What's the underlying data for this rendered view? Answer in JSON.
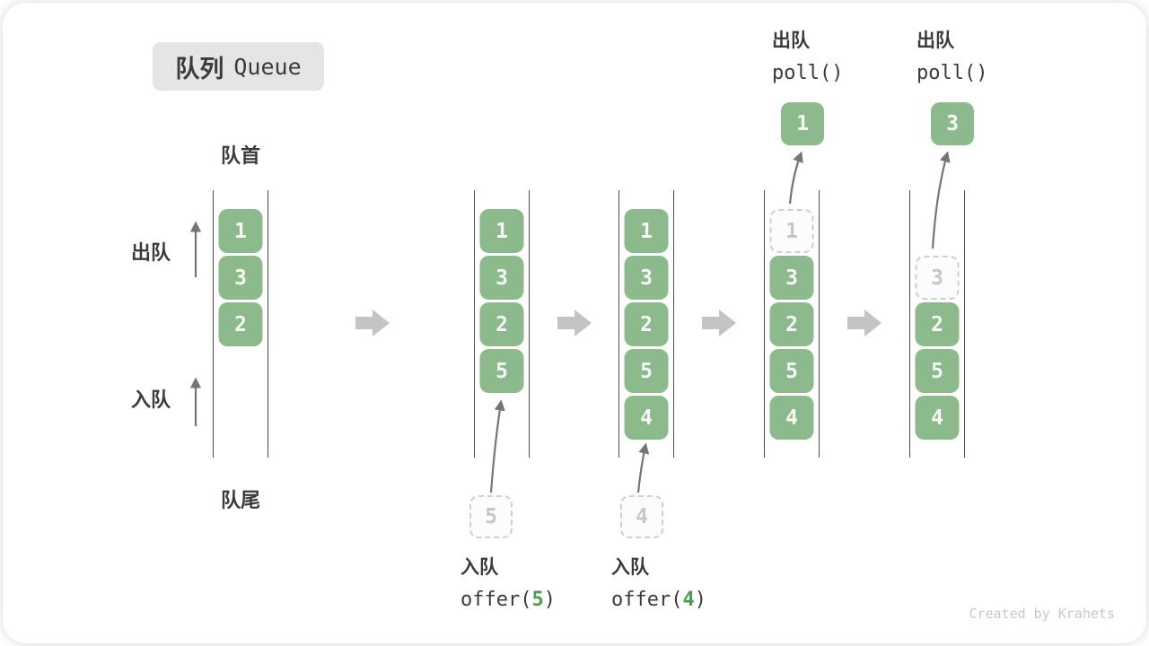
{
  "title": {
    "zh": "队列",
    "en": "Queue"
  },
  "labels": {
    "front": "队首",
    "rear": "队尾",
    "dequeue": "出队",
    "enqueue": "入队"
  },
  "states": [
    {
      "items": [
        "1",
        "3",
        "2"
      ]
    },
    {
      "items": [
        "1",
        "3",
        "2",
        "5"
      ],
      "pending": "5",
      "op_label": "入队",
      "op_pre": "offer(",
      "op_arg": "5",
      "op_post": ")"
    },
    {
      "items": [
        "1",
        "3",
        "2",
        "5",
        "4"
      ],
      "pending": "4",
      "op_label": "入队",
      "op_pre": "offer(",
      "op_arg": "4",
      "op_post": ")"
    },
    {
      "items": [
        "3",
        "2",
        "5",
        "4"
      ],
      "removed": "1",
      "out": "1",
      "op_label": "出队",
      "op_code": "poll()"
    },
    {
      "items": [
        "2",
        "5",
        "4"
      ],
      "removed": "3",
      "out": "3",
      "op_label": "出队",
      "op_code": "poll()"
    }
  ],
  "watermark": "Created by Krahets",
  "colors": {
    "cell_green": "#8CBA8C",
    "cell_text": "#F7F9F7",
    "code_arg_green": "#4E9D4E",
    "text_dark": "#3B3B3B",
    "dashed_border": "#CFCFCF",
    "dashed_text": "#C6C6C6",
    "thin_arrow": "#757575",
    "block_arrow": "#C4C4C4",
    "badge_bg": "#E5E5E5",
    "watermark": "#C8C8C8",
    "queue_wall": "#4F4F4F"
  }
}
